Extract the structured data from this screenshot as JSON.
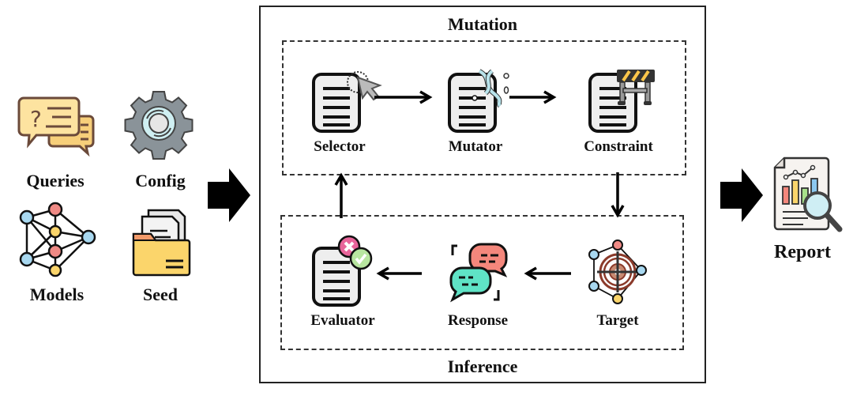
{
  "inputs": {
    "queries": {
      "label": "Queries",
      "icon": "chat-question-icon"
    },
    "config": {
      "label": "Config",
      "icon": "gear-icon"
    },
    "models": {
      "label": "Models",
      "icon": "neural-network-icon"
    },
    "seed": {
      "label": "Seed",
      "icon": "folder-documents-icon"
    }
  },
  "pipeline": {
    "mutation": {
      "title": "Mutation",
      "steps": [
        {
          "label": "Selector",
          "icon": "document-cursor-icon"
        },
        {
          "label": "Mutator",
          "icon": "document-dna-icon"
        },
        {
          "label": "Constraint",
          "icon": "document-barrier-icon"
        }
      ]
    },
    "inference": {
      "title": "Inference",
      "steps": [
        {
          "label": "Evaluator",
          "icon": "document-check-icon"
        },
        {
          "label": "Response",
          "icon": "chat-bubbles-icon"
        },
        {
          "label": "Target",
          "icon": "target-network-icon"
        }
      ]
    }
  },
  "output": {
    "label": "Report",
    "icon": "report-magnifier-icon"
  },
  "colors": {
    "ink": "#111111",
    "doc_fill": "#eeeeee",
    "query_fill": "#fde3a0",
    "query_stroke": "#6b4a3a",
    "gear_fill": "#8a9399",
    "gear_center": "#cfeff2",
    "node_blue": "#a8d8f0",
    "node_red": "#f08a85",
    "node_yellow": "#fbd56b",
    "folder_yellow": "#fbd56b",
    "bubble_red": "#f4877c",
    "bubble_teal": "#5fe3c6",
    "x_pink": "#e8649a",
    "check_green": "#b8e6a0",
    "target_brown": "#8b3a2a"
  }
}
